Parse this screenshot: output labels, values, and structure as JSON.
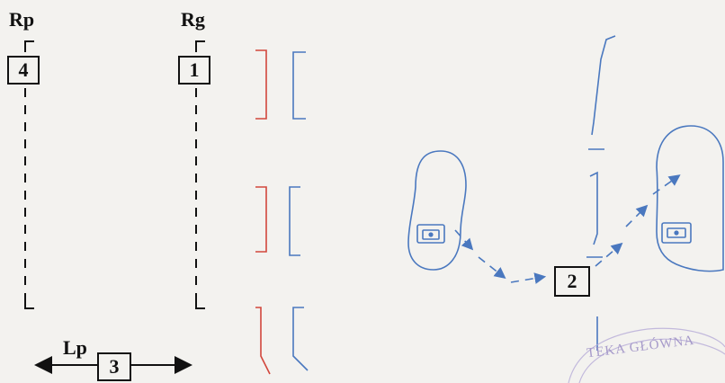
{
  "labels": {
    "rp": "Rp",
    "rg": "Rg",
    "lp": "Lp"
  },
  "boxes": {
    "b1": "1",
    "b2": "2",
    "b3": "3",
    "b4": "4"
  },
  "stamp": {
    "text": "TEKA GŁÓWNA"
  },
  "colors": {
    "blue": "#4a78bf",
    "red": "#d2473c",
    "ink": "#111111",
    "stamp": "#9a8cc4"
  }
}
